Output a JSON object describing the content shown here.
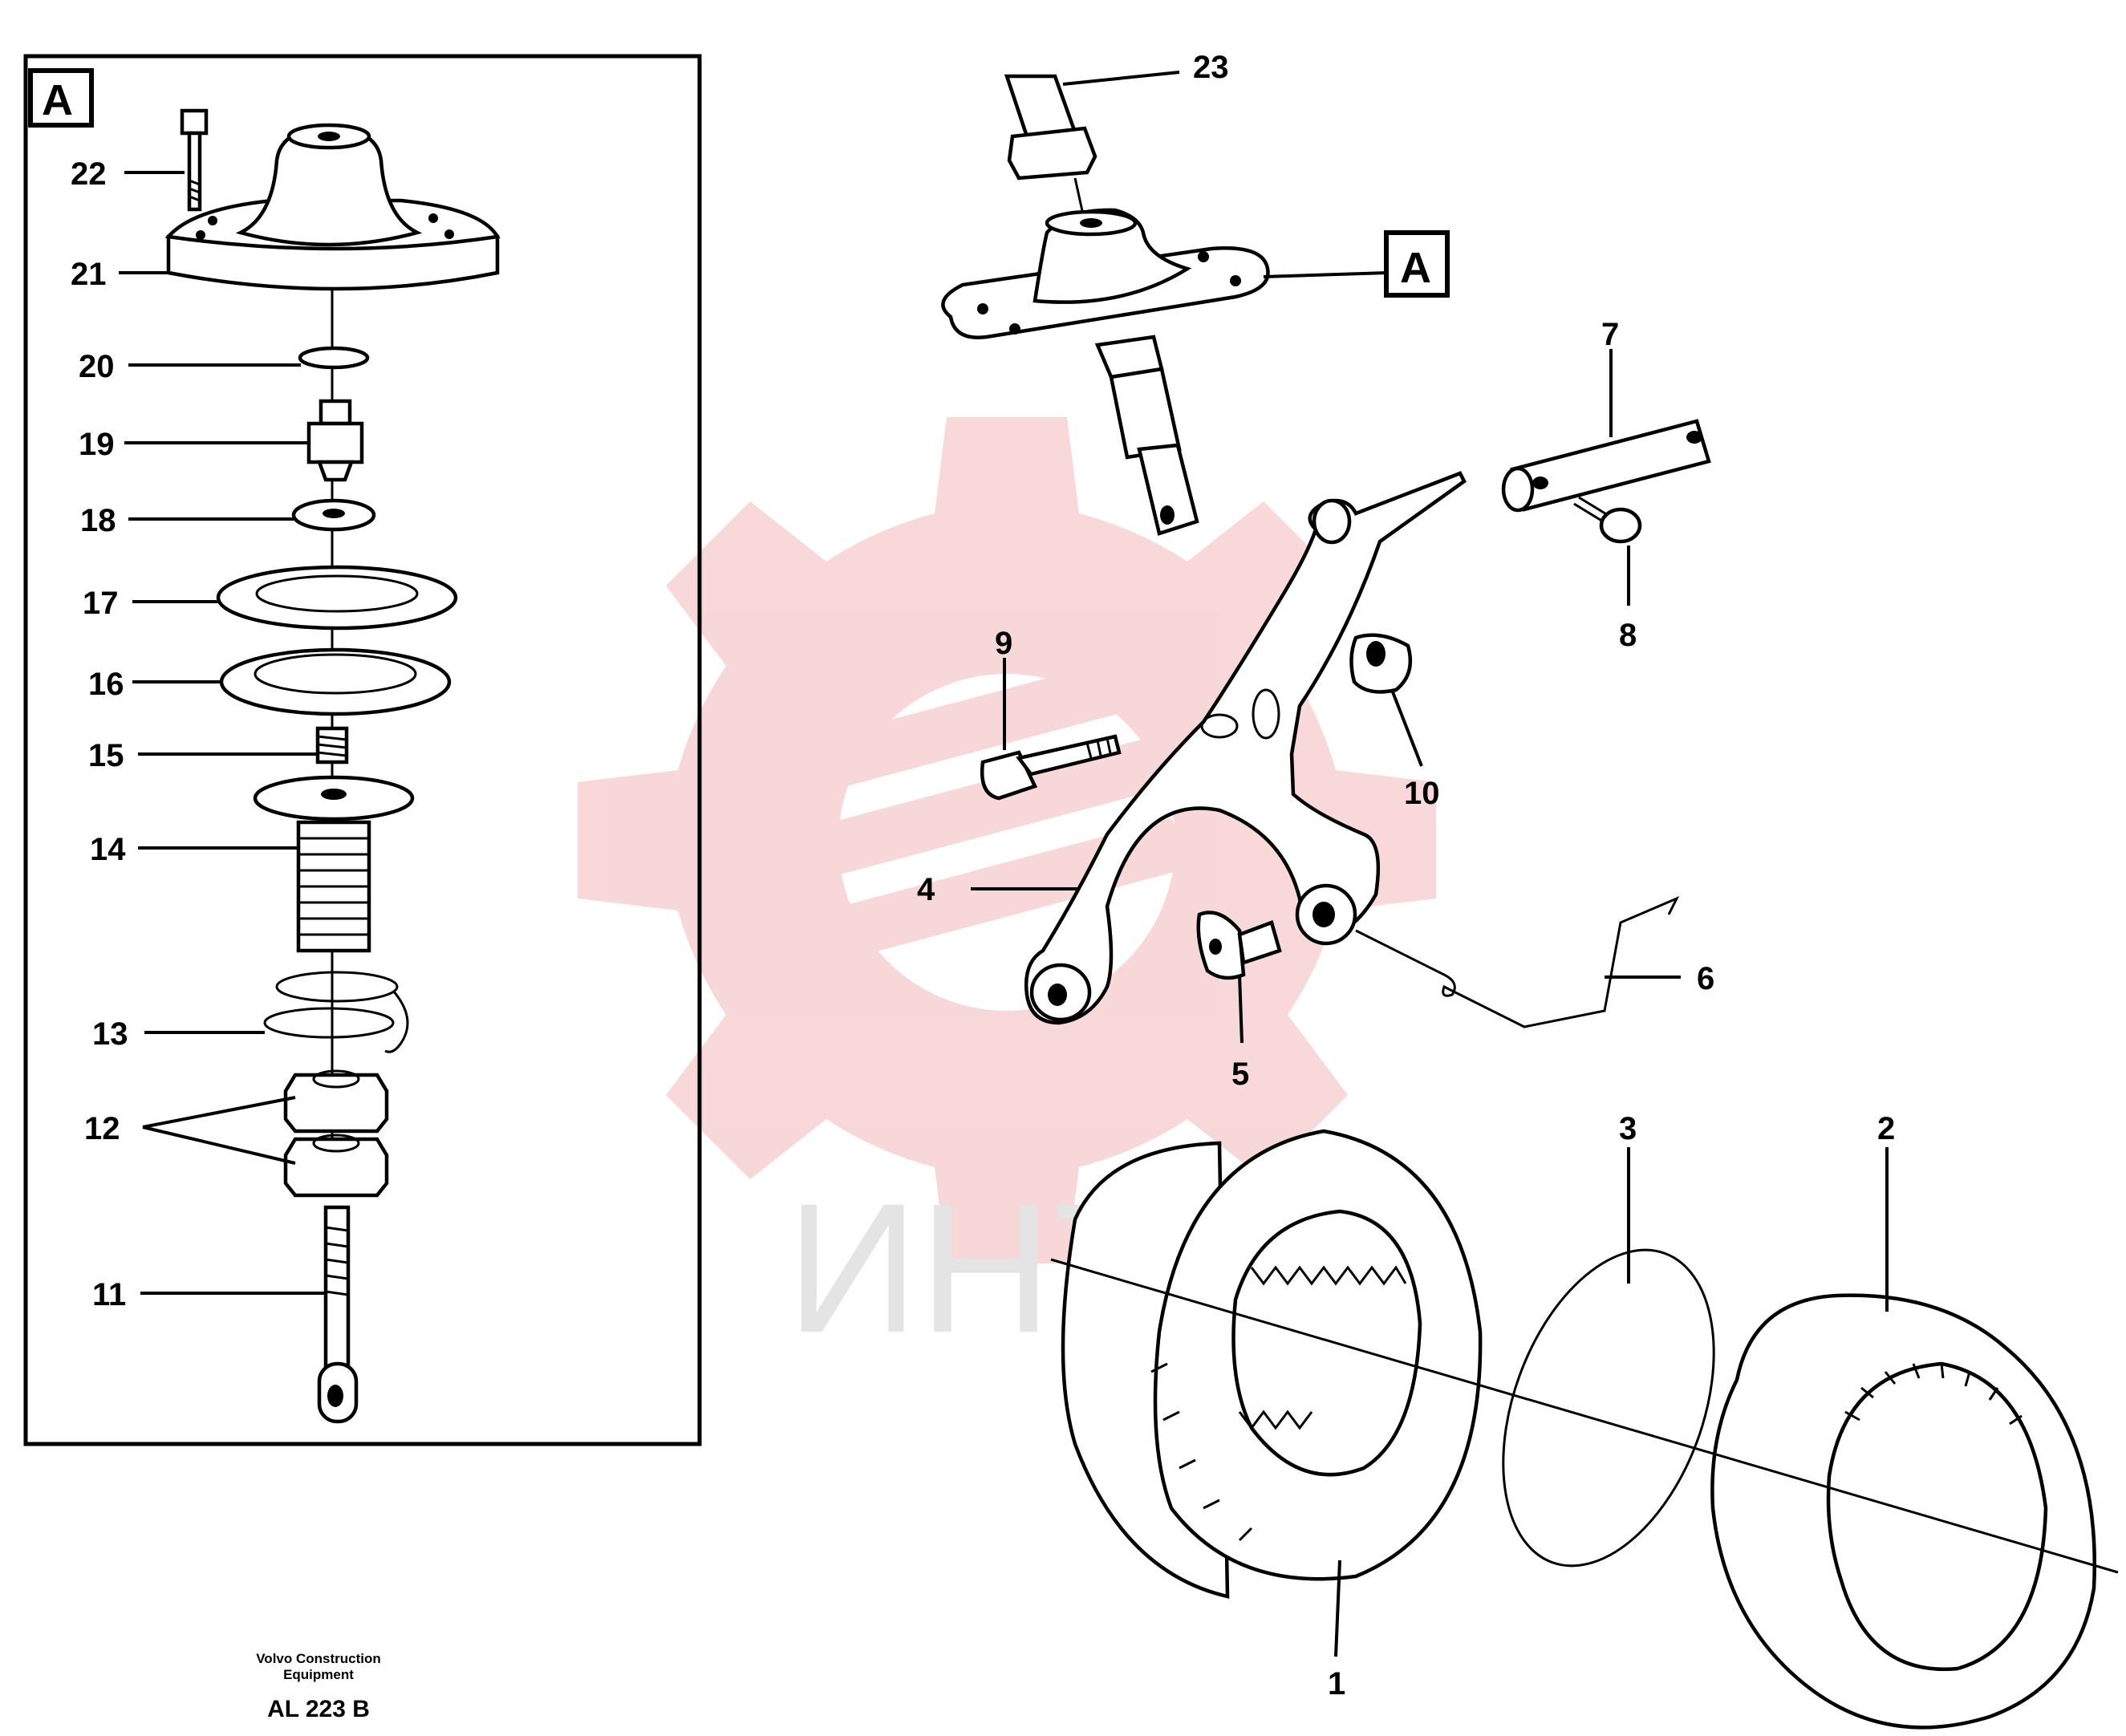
{
  "inset": {
    "callout": "A"
  },
  "main": {
    "callout": "A"
  },
  "parts": {
    "p1": "1",
    "p2": "2",
    "p3": "3",
    "p4": "4",
    "p5": "5",
    "p6": "6",
    "p7": "7",
    "p8": "8",
    "p9": "9",
    "p10": "10",
    "p11": "11",
    "p12": "12",
    "p13": "13",
    "p14": "14",
    "p15": "15",
    "p16": "16",
    "p17": "17",
    "p18": "18",
    "p19": "19",
    "p20": "20",
    "p21": "21",
    "p22": "22",
    "p23": "23"
  },
  "watermark": {
    "text": "ИНТЕХ",
    "color": "#f2b8b8"
  },
  "footer": {
    "line1": "Volvo Construction",
    "line2": "Equipment",
    "code": "AL 223 B"
  }
}
